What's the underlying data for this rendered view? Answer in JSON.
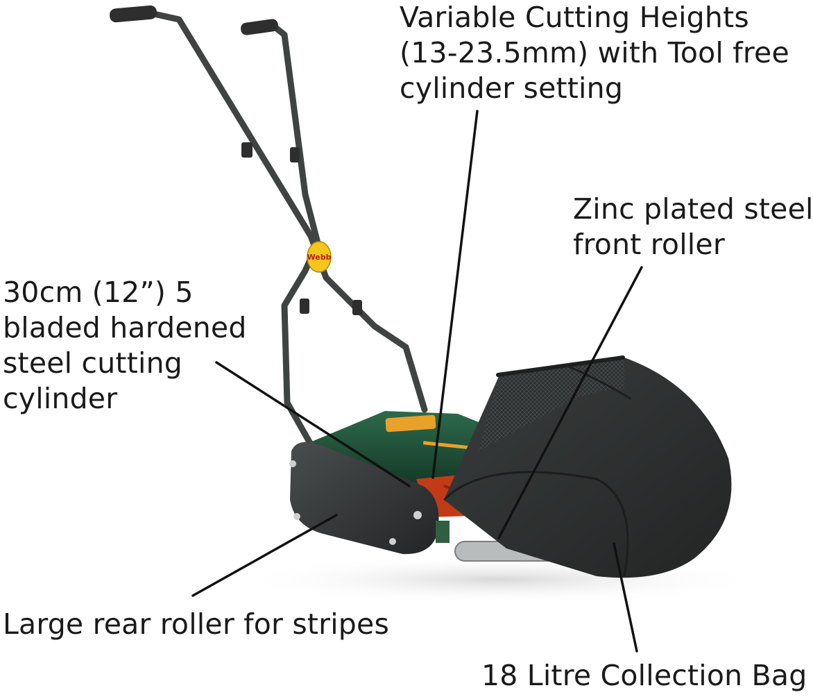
{
  "image": {
    "subject": "push-mower-illustration",
    "badge_text": "Webb",
    "colors": {
      "background": "#ffffff",
      "frame": "#3f4442",
      "grip": "#2e2e2e",
      "deck": "#1f4a35",
      "side_plate": "#333536",
      "cylinder": "#c23b16",
      "bag": "#2f3131",
      "badge": "#f4c51d",
      "callout_line": "#111111",
      "text": "#1a1a1a"
    }
  },
  "callouts": {
    "cutting_heights": {
      "lines": [
        "Variable Cutting Heights",
        "(13-23.5mm) with Tool free",
        "cylinder setting"
      ]
    },
    "front_roller": {
      "lines": [
        "Zinc plated steel",
        "front roller"
      ]
    },
    "cylinder": {
      "lines": [
        "30cm (12”) 5",
        "bladed hardened",
        "steel cutting",
        "cylinder"
      ]
    },
    "rear_roller": {
      "lines": [
        "Large rear roller for stripes"
      ]
    },
    "collection_bag": {
      "lines": [
        "18 Litre Collection Bag"
      ]
    }
  }
}
